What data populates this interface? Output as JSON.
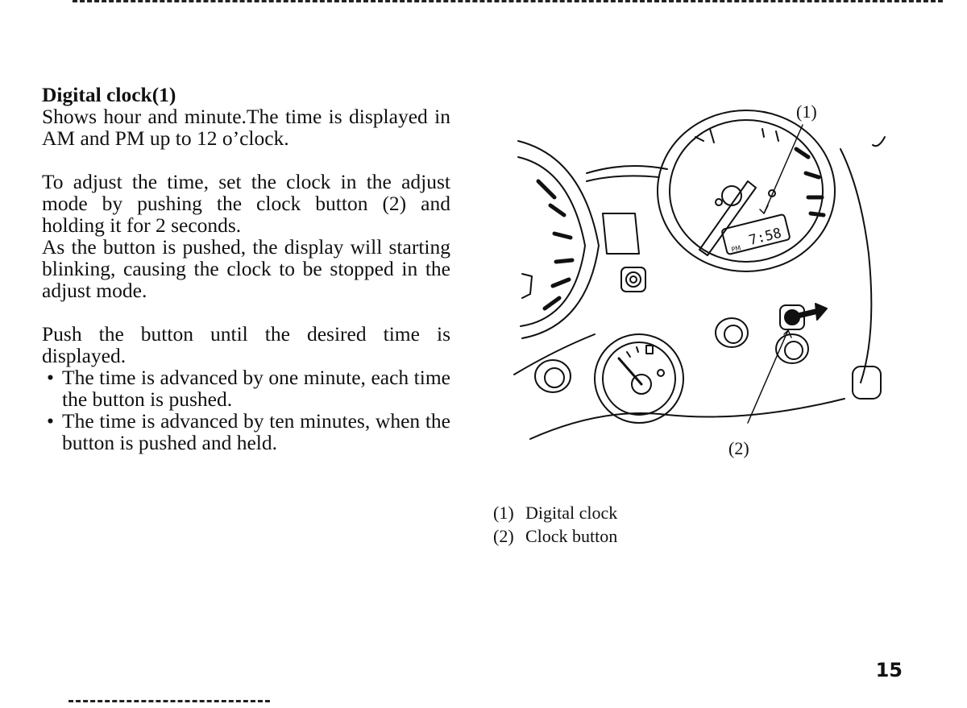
{
  "heading": "Digital clock(1)",
  "paragraphs": [
    "Shows hour and minute.The time is displayed in AM and PM up to 12 o’clock.",
    "To adjust the time, set the clock in the adjust mode by pushing the clock button (2) and holding it for 2 seconds.",
    "As the button is pushed, the display will starting blinking, causing the clock to be stopped in the adjust mode.",
    "Push the button until the desired time is displayed."
  ],
  "bullets": [
    "The time is advanced by one minute, each time the button is pushed.",
    "The time is advanced by ten minutes, when the button is pushed and held."
  ],
  "figure": {
    "callouts": [
      "(1)",
      "(2)"
    ],
    "lcd_time": "7:58",
    "lcd_ampm": "PM"
  },
  "legend": [
    {
      "num": "(1)",
      "label": "Digital clock"
    },
    {
      "num": "(2)",
      "label": "Clock button"
    }
  ],
  "page_number": "15"
}
